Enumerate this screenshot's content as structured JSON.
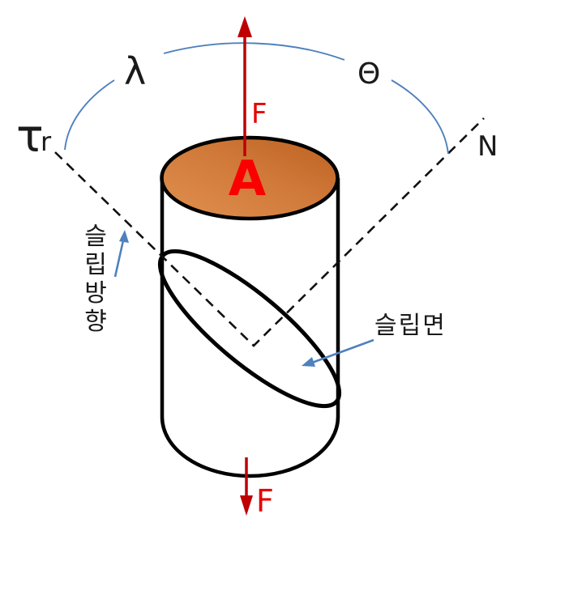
{
  "diagram": {
    "description": "Schmid's law schematic: cylinder under axial force with slip plane and slip direction",
    "labels": {
      "angle_lambda": "λ",
      "angle_theta": "Θ",
      "shear_stress": "τ",
      "shear_stress_subscript": "r",
      "normal_axis": "N",
      "force_top": "F",
      "force_bottom": "F",
      "cross_section_area": "A",
      "slip_direction": "슬립방향",
      "slip_direction_chars": [
        "슬",
        "립",
        "방",
        "향"
      ],
      "slip_plane": "슬립면"
    },
    "colors": {
      "background": "#FFFFFF",
      "outline_black": "#000000",
      "arrow_red": "#BE0000",
      "force_label_red": "#E60000",
      "area_label_red": "#FA0000",
      "annotation_blue": "#4F81BD",
      "top_face_gradient_light": "#E0904F",
      "top_face_gradient_dark": "#BC6120"
    }
  }
}
